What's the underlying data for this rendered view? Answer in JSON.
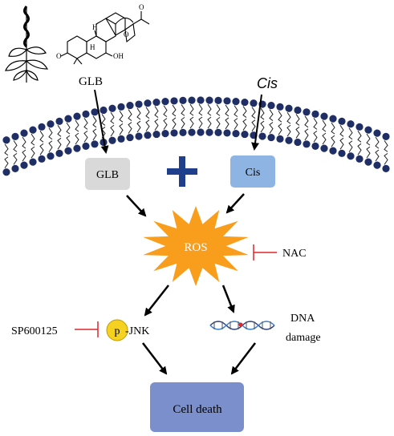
{
  "labels": {
    "glb_top": "GLB",
    "cis_top": "Cis",
    "glb_box": "GLB",
    "cis_box": "Cis",
    "ros": "ROS",
    "nac": "NAC",
    "sp": "SP600125",
    "pjnk_p": "p",
    "pjnk_rest": "-JNK",
    "dna_line1": "DNA",
    "dna_line2": "damage",
    "cell_death": "Cell death"
  },
  "colors": {
    "glb_box": "#d9d9d9",
    "cis_box": "#8eb4e3",
    "plus": "#1f3e8c",
    "ros_burst": "#f99d1c",
    "inhibitor": "#e0252b",
    "p_circle": "#f5d120",
    "cell_death_box": "#7b8fcc",
    "membrane_head": "#1f2f66",
    "arrow": "#000000"
  },
  "icons": {
    "plant": "plant-illustration",
    "molecule": "glaucocalyxin-b-structure",
    "dna": "dna-helix-icon"
  }
}
